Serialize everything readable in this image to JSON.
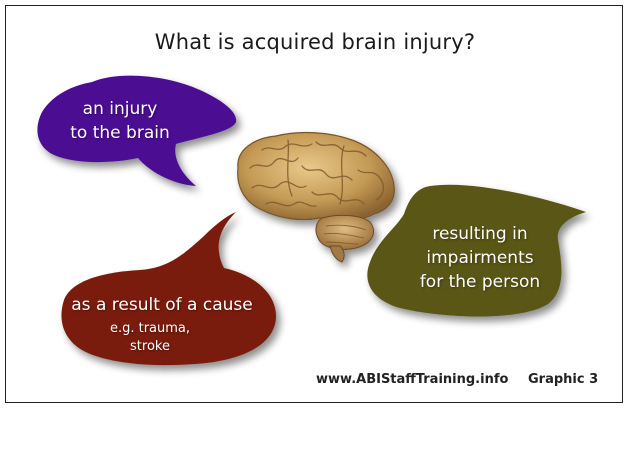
{
  "title": "What is acquired brain injury?",
  "bubbles": {
    "injury": {
      "lines": [
        "an injury",
        "to the brain"
      ],
      "color": "#4b0f92"
    },
    "impairments": {
      "lines": [
        "resulting in",
        "impairments",
        "for the person"
      ],
      "color": "#5a5714"
    },
    "cause": {
      "lines": [
        "as a result of a cause"
      ],
      "sub_lines": [
        "e.g. trauma,",
        "stroke"
      ],
      "color": "#7a1f0a"
    }
  },
  "brain_icon": "brain-photo",
  "footer": {
    "url": "www.ABIStaffTraining.info",
    "graphic_label": "Graphic 3"
  }
}
